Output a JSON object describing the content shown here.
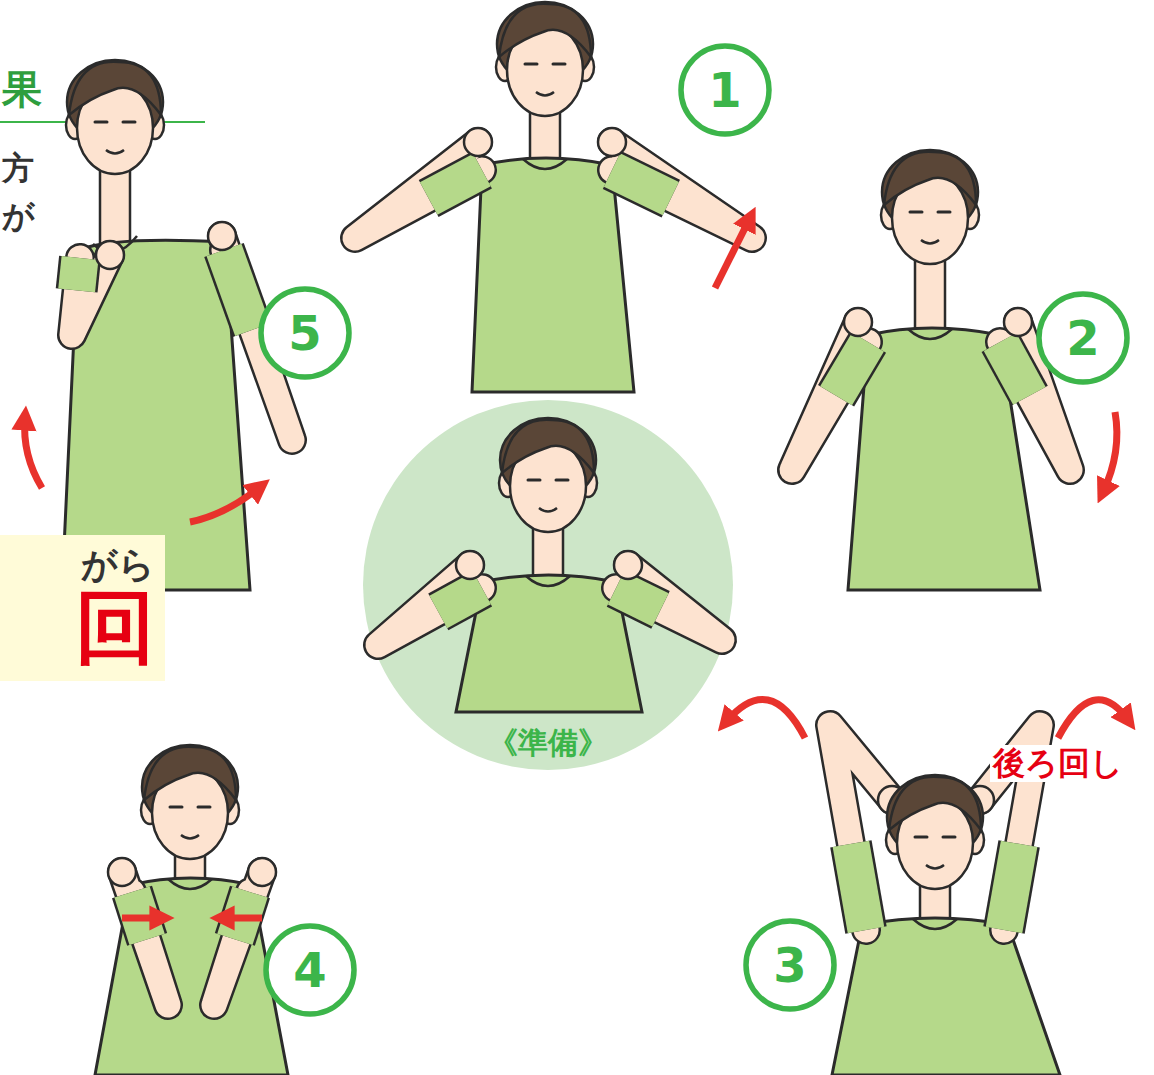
{
  "diagram": {
    "title": "果",
    "nodes": [
      {
        "text": [
          "1"
        ]
      },
      {
        "text": [
          "2"
        ]
      },
      {
        "text": [
          "3"
        ]
      },
      {
        "text": [
          "4"
        ]
      },
      {
        "text": [
          "5"
        ]
      },
      {
        "text": [
          "がら",
          "回"
        ]
      }
    ],
    "labels": [
      "方",
      "が",
      "《準備》",
      "後ろ回し"
    ]
  }
}
